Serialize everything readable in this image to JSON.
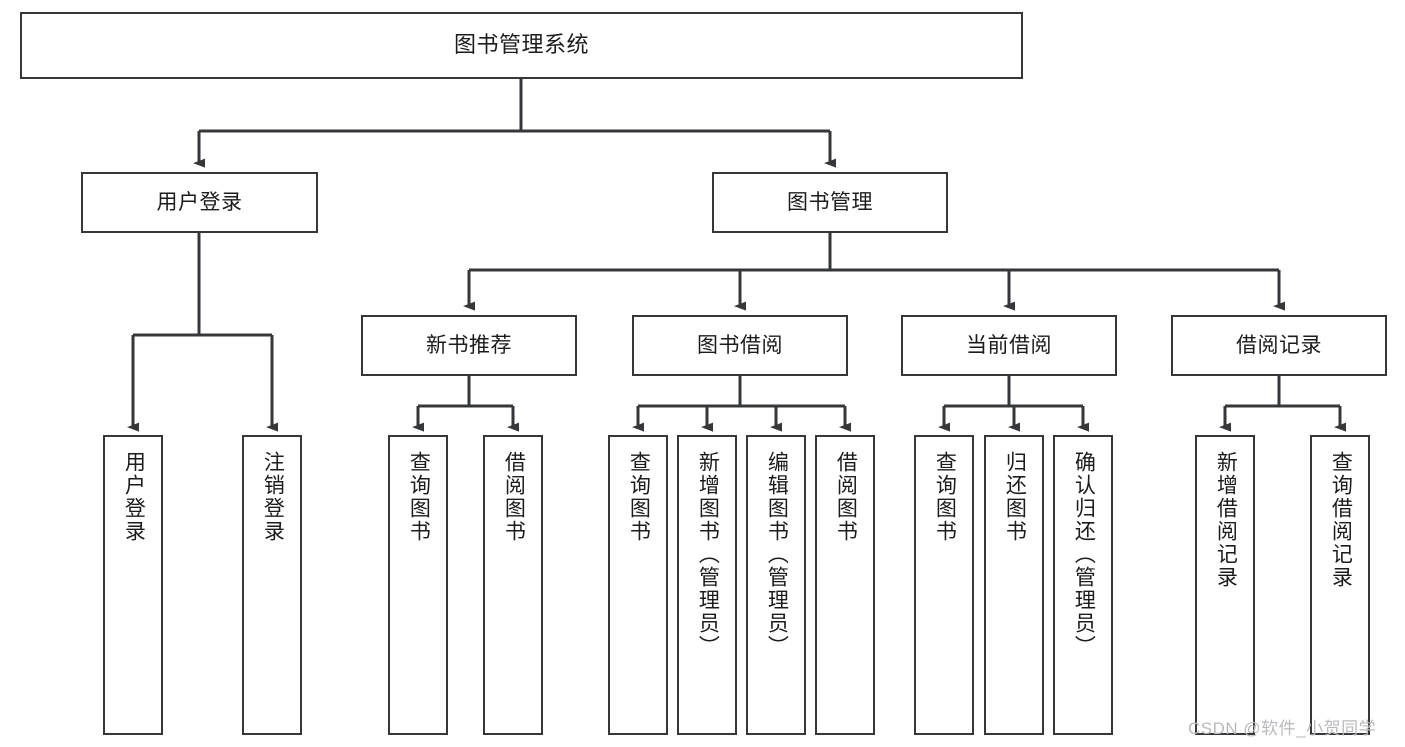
{
  "diagram": {
    "title": "图书管理系统",
    "type": "tree",
    "colors": {
      "border": "#36373a",
      "text": "#1c1c1c",
      "background": "#ffffff",
      "edge": "#36373a",
      "watermark": "#b9babd"
    },
    "root": {
      "label": "图书管理系统"
    },
    "level2": [
      {
        "label": "用户登录"
      },
      {
        "label": "图书管理"
      }
    ],
    "level3": [
      {
        "label": "新书推荐"
      },
      {
        "label": "图书借阅"
      },
      {
        "label": "当前借阅"
      },
      {
        "label": "借阅记录"
      }
    ],
    "leaves": {
      "user_login": [
        {
          "label": "用户登录"
        },
        {
          "label": "注销登录"
        }
      ],
      "new_book_recommend": [
        {
          "label": "查询图书"
        },
        {
          "label": "借阅图书"
        }
      ],
      "book_borrow": [
        {
          "label": "查询图书"
        },
        {
          "label": "新增图书（管理员）"
        },
        {
          "label": "编辑图书（管理员）"
        },
        {
          "label": "借阅图书"
        }
      ],
      "current_borrow": [
        {
          "label": "查询图书"
        },
        {
          "label": "归还图书"
        },
        {
          "label": "确认归还（管理员）"
        }
      ],
      "borrow_record": [
        {
          "label": "新增借阅记录"
        },
        {
          "label": "查询借阅记录"
        }
      ]
    }
  },
  "watermark": {
    "text": "CSDN @软件_小贺同学"
  }
}
